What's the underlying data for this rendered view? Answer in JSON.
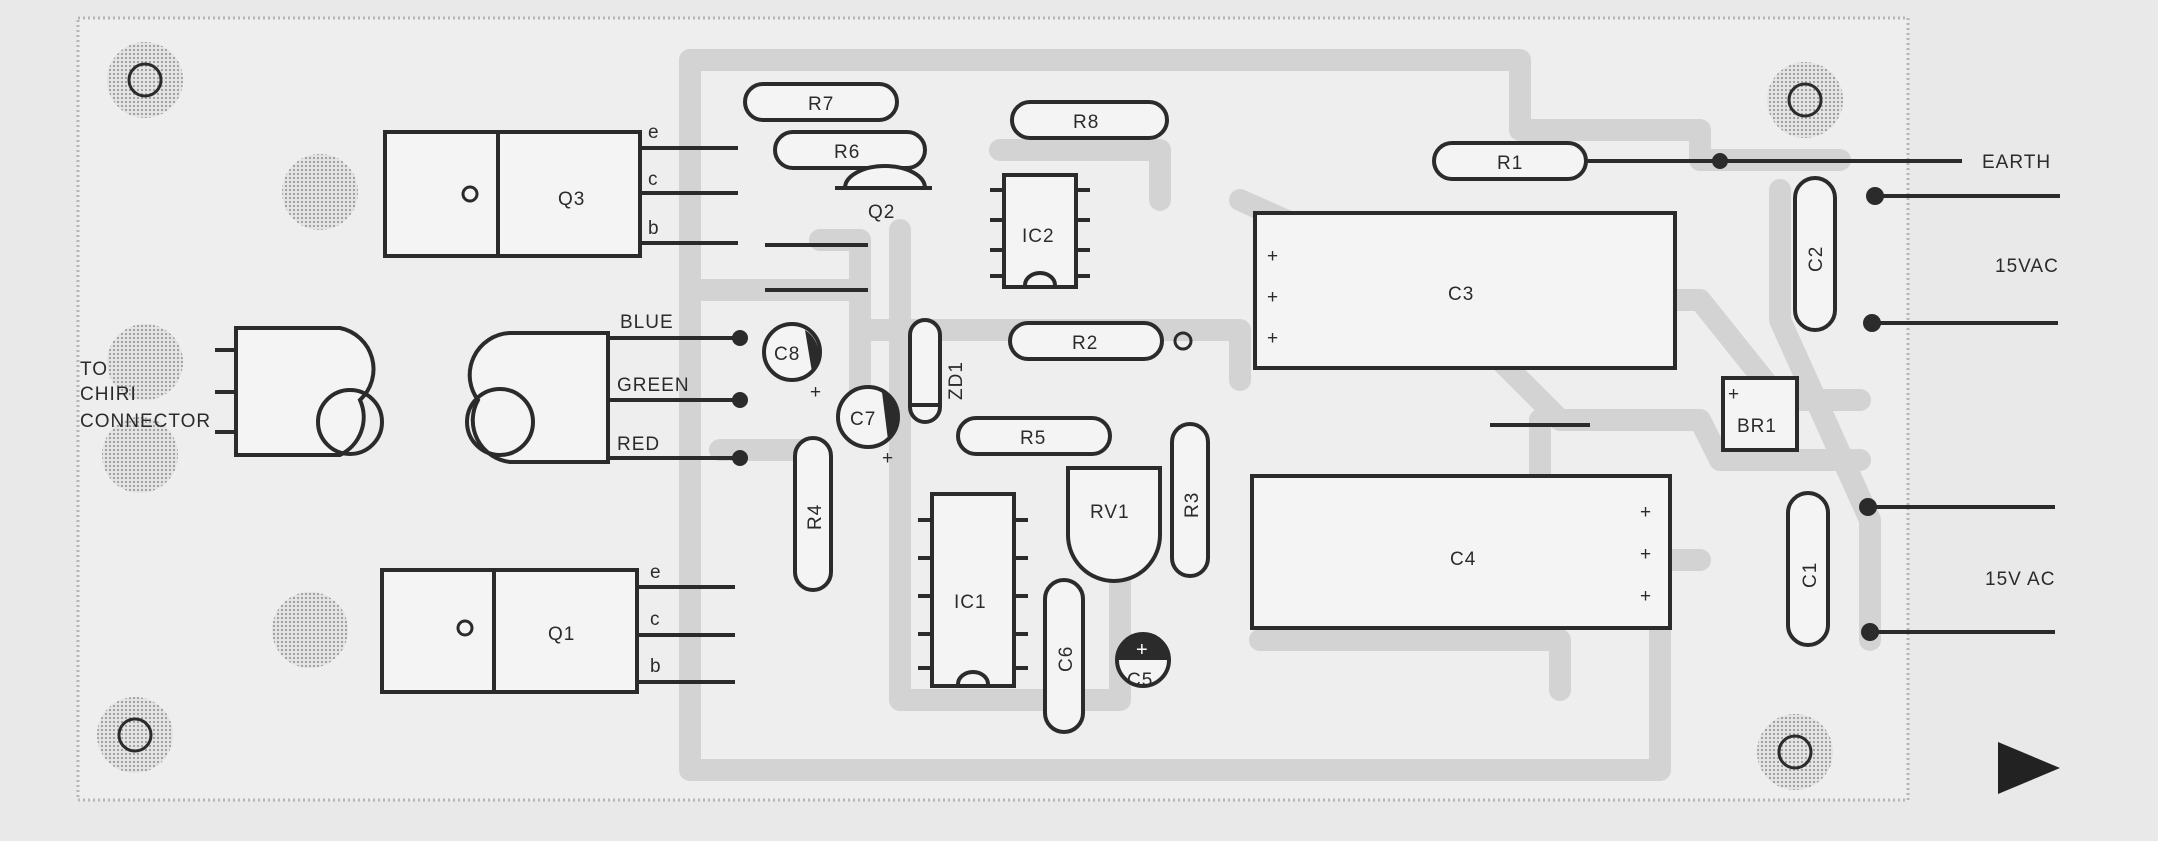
{
  "parts": {
    "q3": "Q3",
    "q1": "Q1",
    "q2": "Q2",
    "r1": "R1",
    "r2": "R2",
    "r3": "R3",
    "r4": "R4",
    "r5": "R5",
    "r6": "R6",
    "r7": "R7",
    "r8": "R8",
    "c1": "C1",
    "c2": "C2",
    "c3": "C3",
    "c4": "C4",
    "c5": "C5",
    "c6": "C6",
    "c7": "C7",
    "c8": "C8",
    "ic1": "IC1",
    "ic2": "IC2",
    "zd1": "ZD1",
    "rv1": "RV1",
    "br1": "BR1"
  },
  "pins": {
    "e": "e",
    "c": "c",
    "b": "b"
  },
  "wires": {
    "blue": "BLUE",
    "green": "GREEN",
    "red": "RED",
    "earth": "EARTH",
    "ac_top": "15VAC",
    "ac_bottom": "15V AC"
  },
  "connector": {
    "line1": "TO",
    "line2": "CHIRI",
    "line3": "CONNECTOR"
  },
  "polarity": {
    "plus": "+"
  }
}
